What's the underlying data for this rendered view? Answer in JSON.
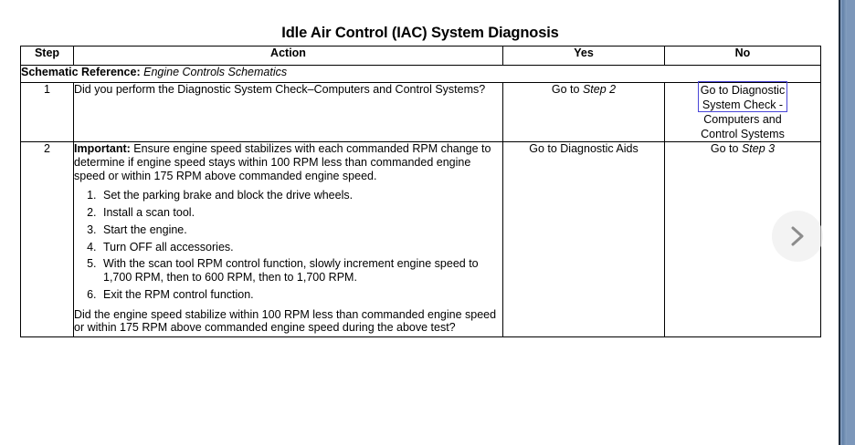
{
  "document": {
    "title": "Idle Air Control (IAC) System Diagnosis"
  },
  "table": {
    "headers": {
      "step": "Step",
      "action": "Action",
      "yes": "Yes",
      "no": "No"
    },
    "schematic_reference": {
      "label": "Schematic Reference:",
      "value": "Engine Controls Schematics"
    },
    "rows": [
      {
        "step": "1",
        "action": "Did you perform the Diagnostic System Check–Computers and Control Systems?",
        "yes": {
          "prefix": "Go to ",
          "italic": "Step 2"
        },
        "no": {
          "line1": "Go to ",
          "line1_italic": "Diagnostic",
          "line2": "System Check -",
          "line3": "Computers and",
          "line4": "Control Systems",
          "selection_color": "#4a46d8"
        }
      },
      {
        "step": "2",
        "important_label": "Important:",
        "important_text": " Ensure engine speed stabilizes with each commanded RPM change to determine if engine speed stays within 100 RPM less than commanded engine speed or within 175 RPM above commanded engine speed.",
        "steps_list": [
          "Set the parking brake and block the drive wheels.",
          "Install a scan tool.",
          "Start the engine.",
          "Turn OFF all accessories.",
          "With the scan tool RPM control function, slowly increment engine speed to 1,700 RPM, then to 600 RPM, then to 1,700 RPM.",
          "Exit the RPM control function."
        ],
        "closing_question": "Did the engine speed stabilize within 100 RPM less than commanded engine speed or within 175 RPM above commanded engine speed during the above test?",
        "yes": {
          "prefix": "Go to Diagnostic Aids",
          "italic": ""
        },
        "no": {
          "prefix": "Go to ",
          "italic": "Step 3"
        }
      }
    ]
  },
  "viewer": {
    "next_page_icon": "chevron-right-icon",
    "gutter_color": "#7c97ba"
  }
}
